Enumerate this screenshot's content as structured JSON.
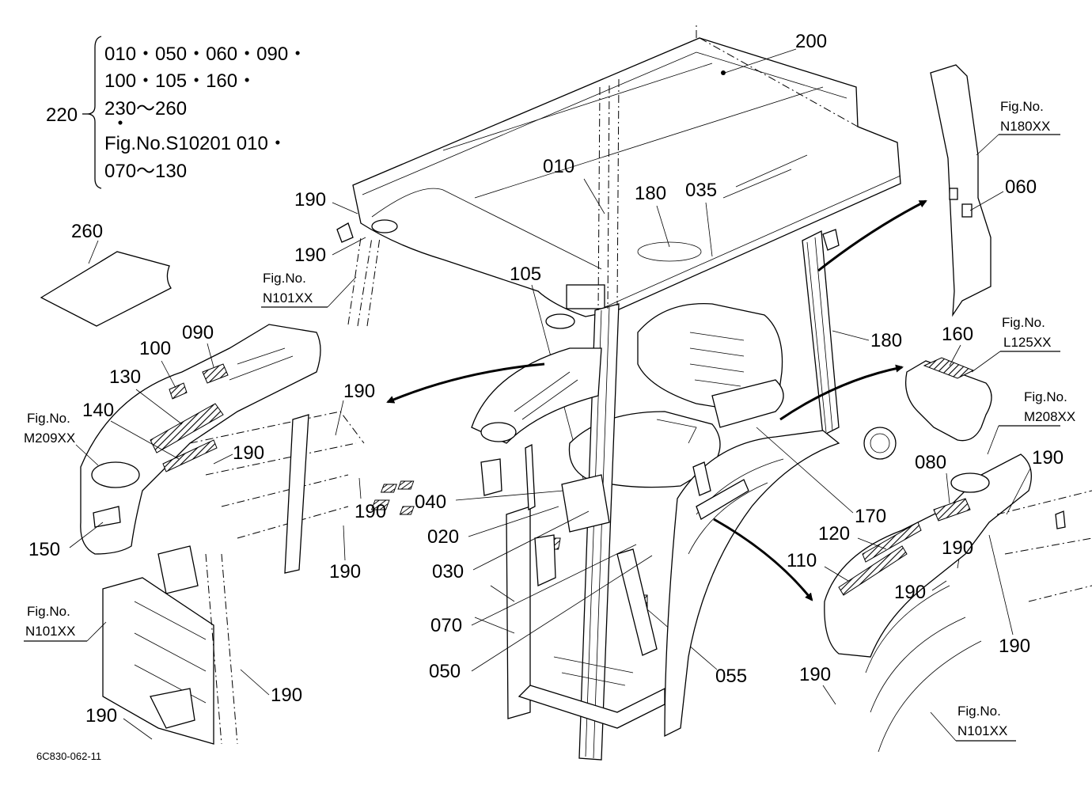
{
  "diagram_code": "6C830-062-11",
  "group_220": {
    "number": "220",
    "lines": [
      "010・050・060・090・",
      "100・105・160・",
      "230～260",
      "・",
      "Fig.No.S10201 010・",
      "070～130"
    ]
  },
  "labels": {
    "l200": "200",
    "l010": "010",
    "l180a": "180",
    "l035": "035",
    "l060": "060",
    "l180b": "180",
    "l160": "160",
    "l105": "105",
    "l260": "260",
    "l190_roof_top": "190",
    "l190_roof_bottom": "190",
    "l090": "090",
    "l100": "100",
    "l130": "130",
    "l140": "140",
    "l150": "150",
    "l190_lf1": "190",
    "l190_lf2": "190",
    "l190_lf3": "190",
    "l190_lf4": "190",
    "l190_front1": "190",
    "l190_front2": "190",
    "l040": "040",
    "l020": "020",
    "l030": "030",
    "l070": "070",
    "l050": "050",
    "l055": "055",
    "l170": "170",
    "l080": "080",
    "l120": "120",
    "l110": "110",
    "l190_rf1": "190",
    "l190_rf2": "190",
    "l190_rf3": "190",
    "l190_rf4": "190",
    "l190_rf5": "190"
  },
  "fig_refs": {
    "n180": {
      "fig": "Fig.No.",
      "no": "N180XX"
    },
    "n101_roof": {
      "fig": "Fig.No.",
      "no": "N101XX"
    },
    "m209": {
      "fig": "Fig.No.",
      "no": "M209XX"
    },
    "l125": {
      "fig": "Fig.No.",
      "no": "L125XX"
    },
    "m208": {
      "fig": "Fig.No.",
      "no": "M208XX"
    },
    "n101_front": {
      "fig": "Fig.No.",
      "no": "N101XX"
    },
    "n101_rear": {
      "fig": "Fig.No.",
      "no": "N101XX"
    }
  }
}
